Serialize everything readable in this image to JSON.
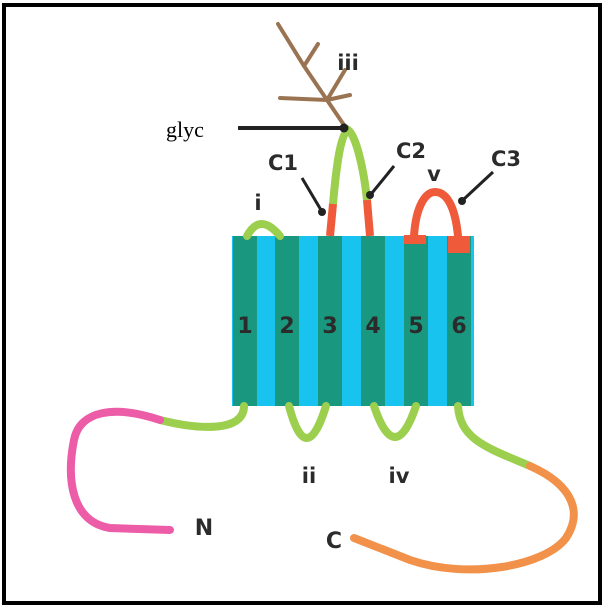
{
  "diagram": {
    "glyc_label": "glyc",
    "helices": [
      "1",
      "2",
      "3",
      "4",
      "5",
      "6"
    ],
    "loops": {
      "i": "i",
      "ii": "ii",
      "iii": "iii",
      "iv": "iv",
      "v": "v"
    },
    "cysteines": {
      "c1": "C1",
      "c2": "C2",
      "c3": "C3"
    },
    "termini": {
      "n": "N",
      "c": "C"
    },
    "colors": {
      "helix": "#19977f",
      "membrane": "#19c3f0",
      "loop_green": "#9ccf4d",
      "n_tail": "#ec5ca7",
      "c_tail": "#f2914a",
      "cys_red": "#ee5a3a",
      "glycan": "#9a7452",
      "pointer": "#222222"
    }
  }
}
